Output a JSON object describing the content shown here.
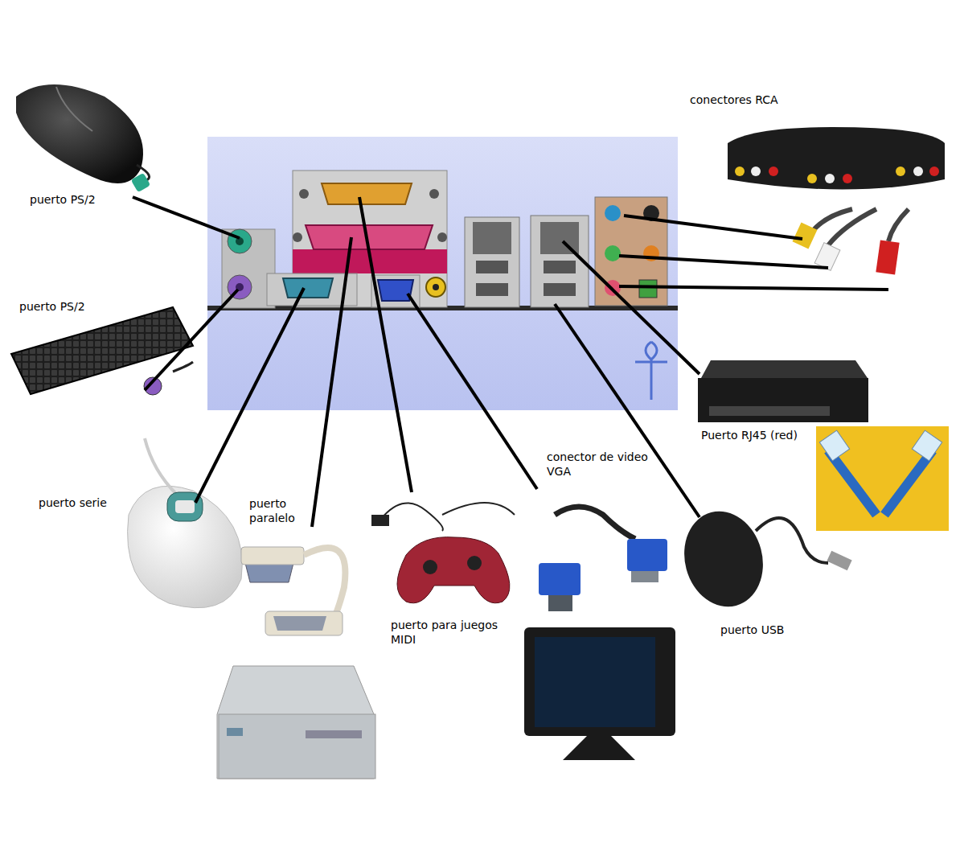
{
  "diagram": {
    "labels": [
      "conectores RCA",
      "puerto PS/2",
      "puerto PS/2",
      "Puerto RJ45 (red)",
      "conector de video VGA",
      "puerto serie",
      "puerto paralelo",
      "puerto para juegos MIDI",
      "puerto USB"
    ]
  }
}
